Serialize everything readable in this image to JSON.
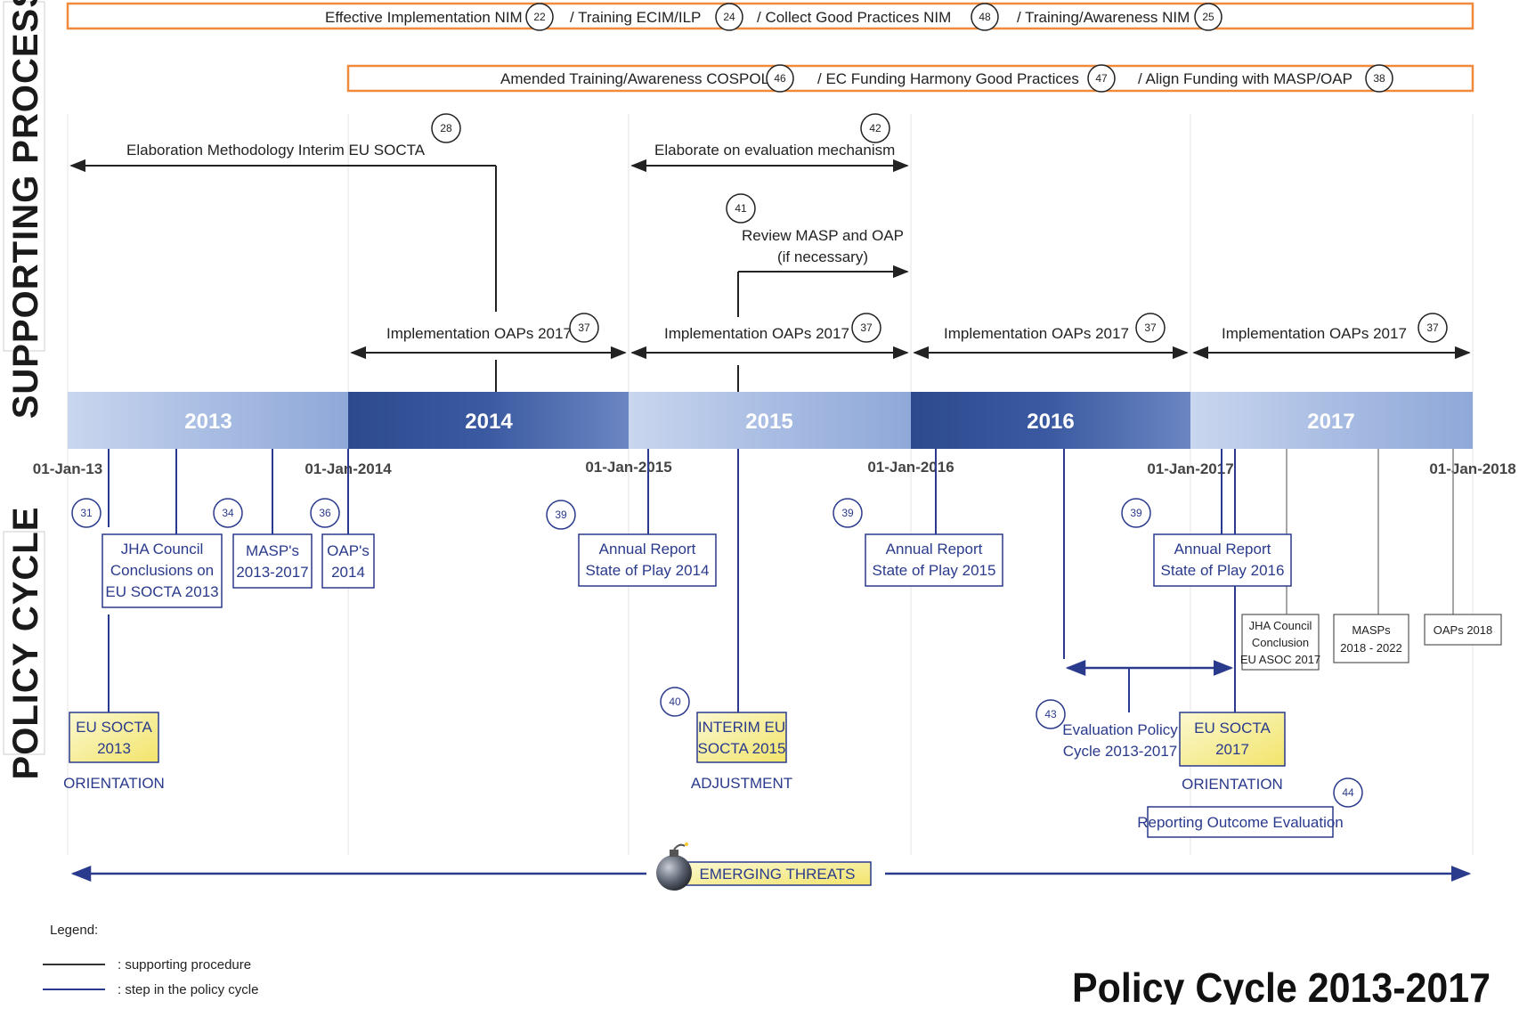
{
  "side_labels": {
    "supporting": "SUPPORTING PROCESSES",
    "policy": "POLICY CYCLE"
  },
  "supporting_bars": {
    "top": [
      {
        "text": "Effective Implementation NIM",
        "num": "22"
      },
      {
        "text": "/  Training ECIM/ILP",
        "num": "24"
      },
      {
        "text": "/  Collect Good Practices NIM",
        "num": "48"
      },
      {
        "text": "/  Training/Awareness NIM",
        "num": "25"
      }
    ],
    "second": [
      {
        "text": "Amended Training/Awareness COSPOL",
        "num": "46"
      },
      {
        "text": "/  EC Funding Harmony Good Practices",
        "num": "47"
      },
      {
        "text": "/  Align Funding with MASP/OAP",
        "num": "38"
      }
    ]
  },
  "supporting_steps": {
    "elaboration": {
      "text": "Elaboration Methodology Interim EU  SOCTA",
      "num": "28"
    },
    "evaluation": {
      "text": "Elaborate on evaluation mechanism",
      "num": "42"
    },
    "review": {
      "line1": "Review MASP  and OAP",
      "line2": "(if necessary)",
      "num": "41"
    },
    "implementation": [
      {
        "text": "Implementation OAPs 2017",
        "num": "37"
      },
      {
        "text": "Implementation OAPs 2017",
        "num": "37"
      },
      {
        "text": "Implementation OAPs 2017",
        "num": "37"
      },
      {
        "text": "Implementation OAPs 2017",
        "num": "37"
      }
    ]
  },
  "years": [
    "2013",
    "2014",
    "2015",
    "2016",
    "2017"
  ],
  "dates": [
    "01-Jan-13",
    "01-Jan-2014",
    "01-Jan-2015",
    "01-Jan-2016",
    "01-Jan-2017",
    "01-Jan-2018"
  ],
  "policy_steps": {
    "n31": "31",
    "jha": {
      "line1": "JHA Council",
      "line2": "Conclusions on",
      "line3": "EU SOCTA  2013"
    },
    "masp": {
      "num": "34",
      "line1": "MASP's",
      "line2": "2013-2017"
    },
    "oap": {
      "num": "36",
      "line1": "OAP's",
      "line2": "2014"
    },
    "socta2013": {
      "line1": "EU SOCTA",
      "line2": "2013",
      "caption": "ORIENTATION"
    },
    "annual2014": {
      "num": "39",
      "line1": "Annual Report",
      "line2": "State of Play 2014"
    },
    "annual2015": {
      "num": "39",
      "line1": "Annual Report",
      "line2": "State of Play 2015"
    },
    "annual2016": {
      "num": "39",
      "line1": "Annual Report",
      "line2": "State of Play 2016"
    },
    "interim": {
      "num": "40",
      "line1": "INTERIM EU",
      "line2": "SOCTA 2015",
      "caption": "ADJUSTMENT"
    },
    "evaluation_policy": {
      "num": "43",
      "line1": "Evaluation Policy",
      "line2": "Cycle 2013-2017"
    },
    "socta2017": {
      "line1": "EU SOCTA",
      "line2": "2017",
      "caption": "ORIENTATION"
    },
    "reporting": {
      "num": "44",
      "text": "Reporting Outcome Evaluation"
    },
    "jha2017": {
      "line1": "JHA Council",
      "line2": "Conclusion",
      "line3": "EU ASOC 2017"
    },
    "masps2018": {
      "line1": "MASPs",
      "line2": "2018 - 2022"
    },
    "oaps2018": {
      "text": "OAPs 2018"
    }
  },
  "emerging_threats": "EMERGING THREATS",
  "legend": {
    "title": "Legend:",
    "supporting": ": supporting procedure",
    "policy": ": step in the policy cycle"
  },
  "title": "Policy Cycle 2013-2017",
  "colors": {
    "orange": "#f08a3c",
    "navy": "#2a3a8c",
    "gray_line": "#333333",
    "yellow": "#f7f2a0"
  }
}
